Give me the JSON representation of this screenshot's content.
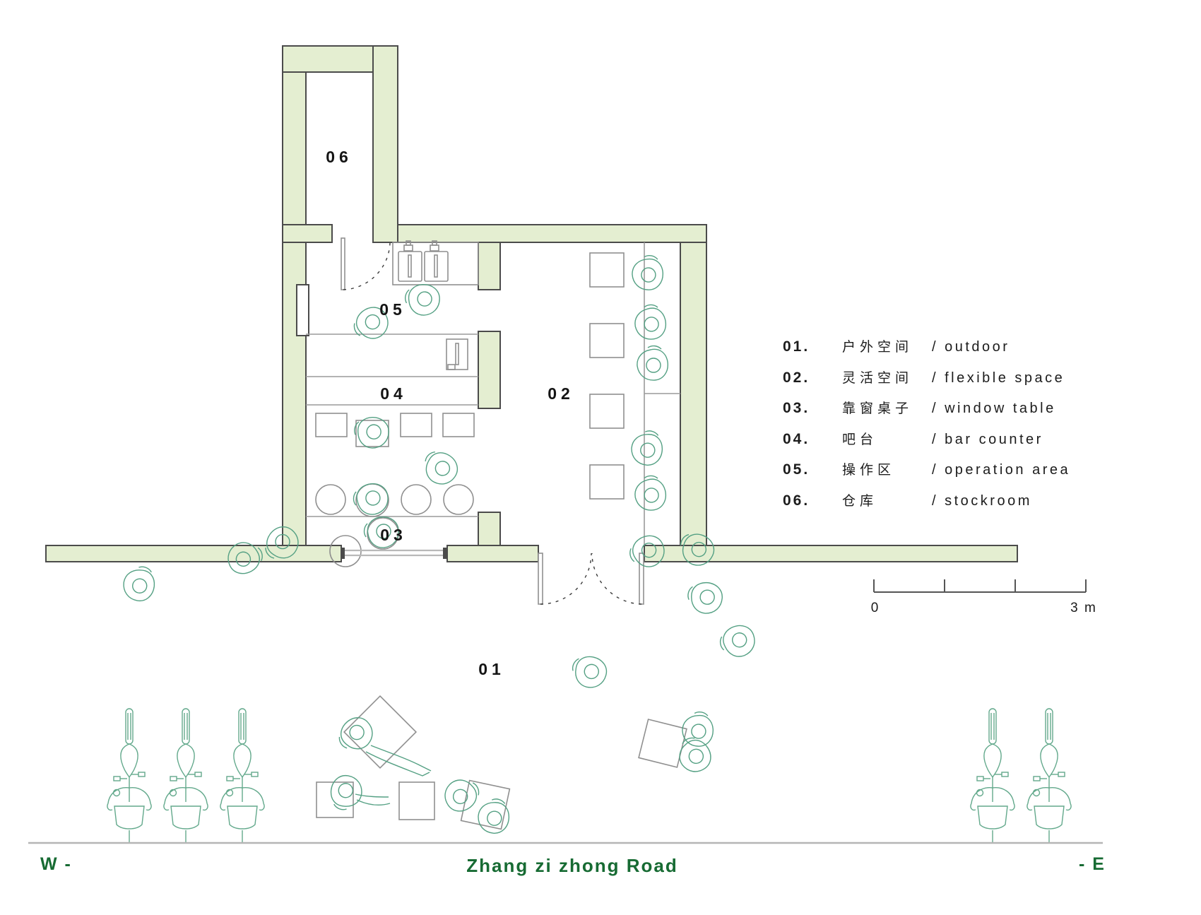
{
  "colors": {
    "wall_fill": "#e4eed1",
    "wall_stroke": "#4b4b4b",
    "furniture_line": "#8f8f8f",
    "figure_line": "#54a083",
    "footer_green": "#176b33",
    "label_text": "#141414",
    "road_line": "#b5b5b5"
  },
  "plan": {
    "room_labels": {
      "r01": "01",
      "r02": "02",
      "r03": "03",
      "r04": "04",
      "r05": "05",
      "r06": "06"
    }
  },
  "legend": {
    "items": [
      {
        "num": "01.",
        "zh": "户外空间",
        "en": "/ outdoor"
      },
      {
        "num": "02.",
        "zh": "灵活空间",
        "en": "/ flexible space"
      },
      {
        "num": "03.",
        "zh": "靠窗桌子",
        "en": "/ window table"
      },
      {
        "num": "04.",
        "zh": "吧台",
        "en": "/ bar counter"
      },
      {
        "num": "05.",
        "zh": "操作区",
        "en": "/ operation area"
      },
      {
        "num": "06.",
        "zh": "仓库",
        "en": "/ stockroom"
      }
    ]
  },
  "scale_bar": {
    "zero": "0",
    "max": "3 m"
  },
  "footer": {
    "west": "W -",
    "road": "Zhang zi zhong Road",
    "east": "- E"
  }
}
